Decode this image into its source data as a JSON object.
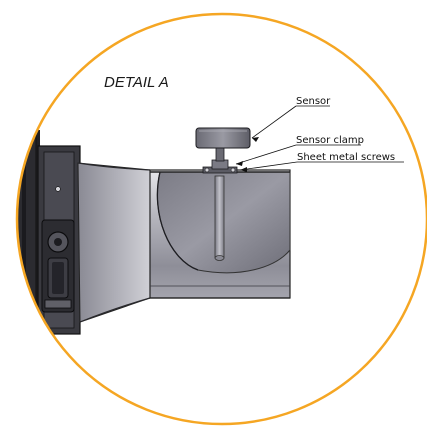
{
  "detail_title": "DETAIL A",
  "labels": {
    "sensor": "Sensor",
    "sensor_clamp": "Sensor clamp",
    "sheet_metal_screws": "Sheet metal screws"
  },
  "colors": {
    "detail_circle": "#F5A623",
    "metal_light": "#C9C9CF",
    "metal_mid": "#9C9CA6",
    "metal_dark": "#2A2A2E",
    "leader": "#111111"
  }
}
